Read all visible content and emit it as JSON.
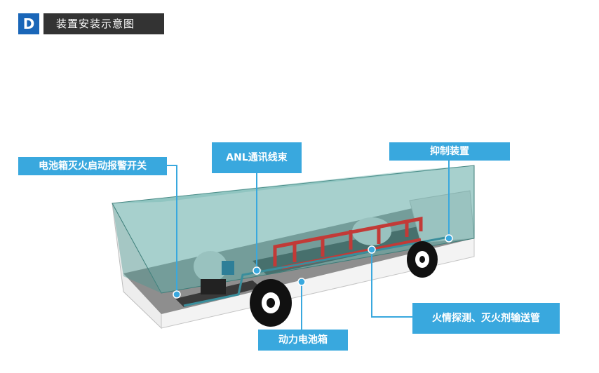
{
  "header": {
    "badge": "D",
    "title": "装置安装示意图"
  },
  "callouts": {
    "battery_switch": "电池箱灭火启动报警开关",
    "anl_harness": "ANL通讯线束",
    "suppression_device": "抑制装置",
    "fire_detection_pipe": "火情探测、灭火剂输送管",
    "power_battery_box": "动力电池箱"
  },
  "colors": {
    "accent": "#39a8de",
    "badge": "#1a66b8",
    "header_bg": "#333333",
    "pipe": "#c23a37",
    "glass": "#5fa9a4"
  }
}
